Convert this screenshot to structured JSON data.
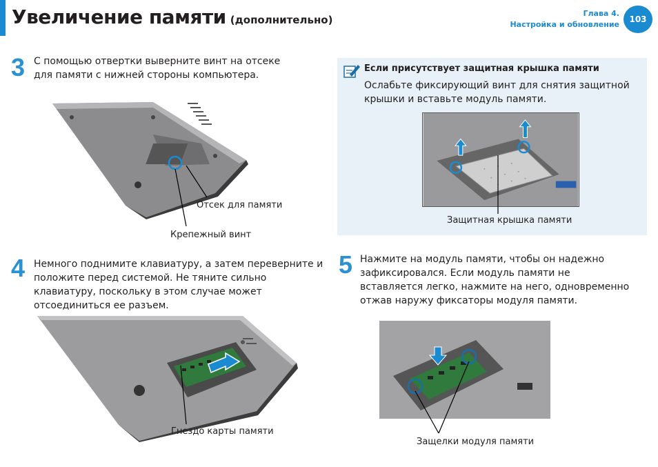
{
  "header": {
    "title": "Увеличение памяти",
    "subtitle": "(дополнительно)",
    "chapter_line1": "Глава 4.",
    "chapter_line2": "Настройка и обновление",
    "page_number": "103"
  },
  "steps": [
    {
      "number": "3",
      "text": "С помощью отвертки выверните винт на отсеке для памяти с нижней стороны компьютера."
    },
    {
      "number": "4",
      "text": "Немного поднимите клавиатуру, а затем переверните и положите перед системой. Не тяните сильно клавиатуру, поскольку в этом случае может отсоединиться ее разъем."
    },
    {
      "number": "5",
      "text": "Нажмите на модуль памяти, чтобы он надежно зафиксировался. Если модуль памяти не вставляется легко, нажмите на него, одновременно отжав наружу фиксаторы модуля памяти."
    }
  ],
  "note": {
    "icon": "pencil-note-icon",
    "title": "Если присутствует защитная крышка памяти",
    "text": "Ослабьте фиксирующий винт для снятия защитной крышки и вставьте модуль памяти."
  },
  "captions": {
    "memory_bay": "Отсек для памяти",
    "fixing_screw": "Крепежный винт",
    "protective_cover": "Защитная крышка памяти",
    "memory_slot": "Гнездо карты памяти",
    "module_latches": "Защелки модуля памяти"
  },
  "colors": {
    "accent": "#1a8bd0",
    "step_number": "#2a91d3",
    "note_background": "#e8f0f8"
  }
}
